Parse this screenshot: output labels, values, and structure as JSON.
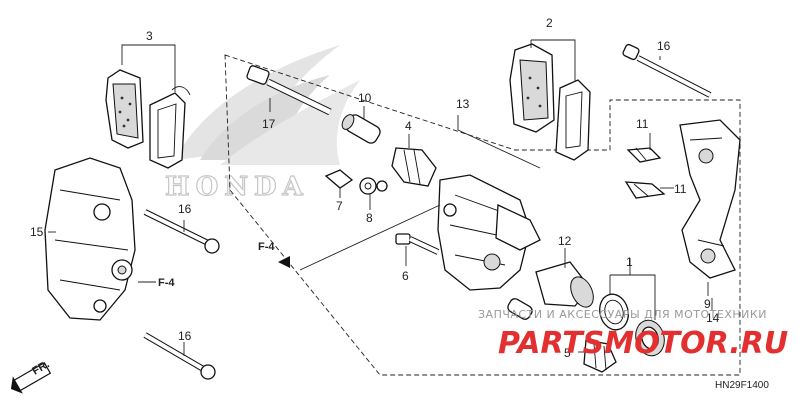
{
  "diagram": {
    "callouts": {
      "c1": "1",
      "c2": "2",
      "c3": "3",
      "c4": "4",
      "c5": "5",
      "c6": "6",
      "c7": "7",
      "c8": "8",
      "c9": "9",
      "c10": "10",
      "c11a": "11",
      "c11b": "11",
      "c12": "12",
      "c13": "13",
      "c14": "14",
      "c15": "15",
      "c16a": "16",
      "c16b": "16",
      "c16c": "16",
      "c17": "17"
    },
    "refs": {
      "f4_left": "F-4",
      "f4_mid": "F-4",
      "front": "FR."
    },
    "diagram_code": "HN29F1400"
  },
  "watermark": {
    "brand_text": "HONDA",
    "line1": "ЗАПЧАСТИ И АКСЕССУАРЫ ДЛЯ МОТОТЕХНИКИ",
    "logo": "PARTSMOTOR.RU",
    "color": "#e23030"
  }
}
